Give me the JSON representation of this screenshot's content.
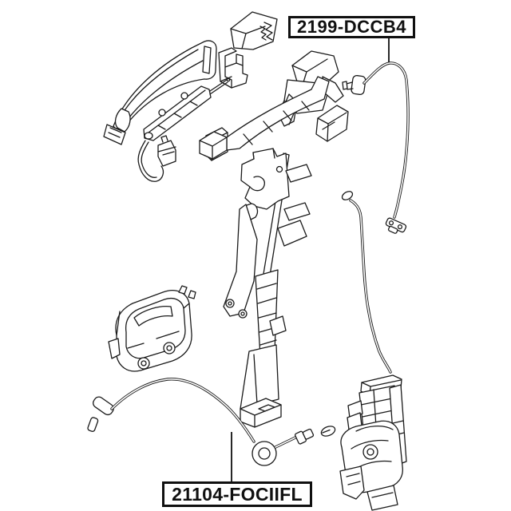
{
  "diagram": {
    "kind": "exploded parts diagram - car door lock and handle assembly",
    "background_color": "#ffffff",
    "line_color": "#1a1a1a",
    "labels": {
      "top": {
        "part_number": "2199-DCCB4"
      },
      "bottom": {
        "part_number": "21104-FOCIIFL"
      }
    },
    "parts": [
      {
        "name": "exterior-handle-end-cap"
      },
      {
        "name": "exterior-handle-bracket"
      },
      {
        "name": "exterior-door-handle"
      },
      {
        "name": "handle-sensor-strip"
      },
      {
        "name": "sensor-wire-connector"
      },
      {
        "name": "gasket-pad-small"
      },
      {
        "name": "gasket-pad-large"
      },
      {
        "name": "lock-cylinder-assembly"
      },
      {
        "name": "handle-reinforcement-rail"
      },
      {
        "name": "cable-grommet"
      },
      {
        "name": "lock-release-cable",
        "part_number": "2199-DCCB4"
      },
      {
        "name": "lock-rod"
      },
      {
        "name": "door-module-carrier"
      },
      {
        "name": "interior-door-handle"
      },
      {
        "name": "interior-handle-cable",
        "part_number": "21104-FOCIIFL"
      },
      {
        "name": "door-lock-actuator"
      }
    ]
  }
}
